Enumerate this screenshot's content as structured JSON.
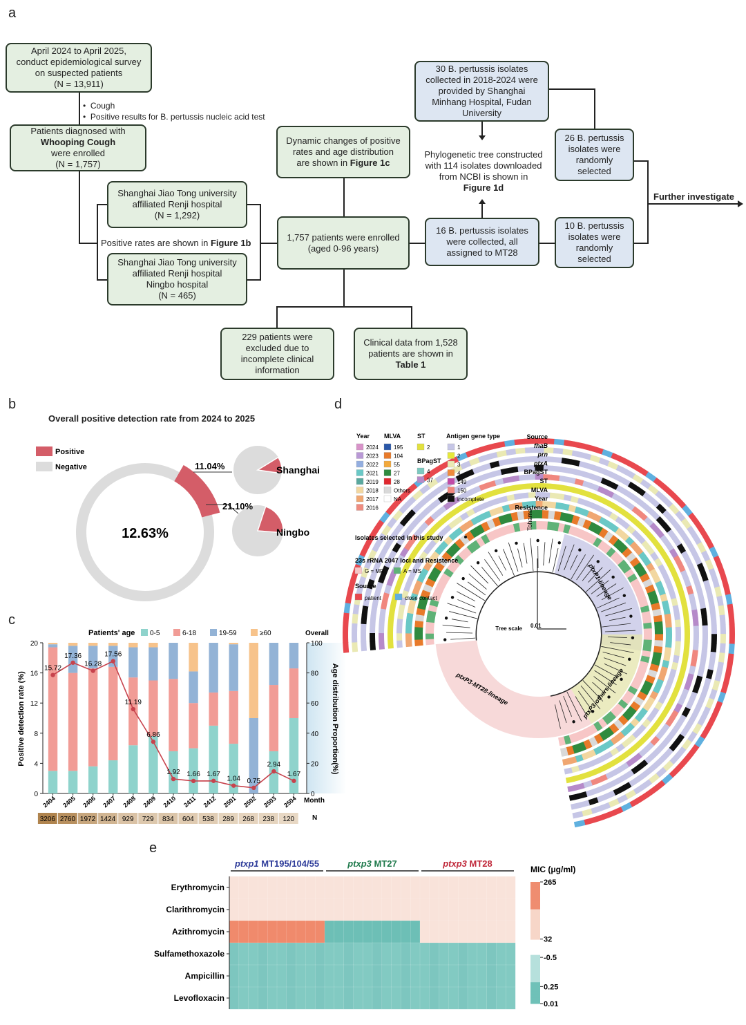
{
  "panels": {
    "a": "a",
    "b": "b",
    "c": "c",
    "d": "d",
    "e": "e"
  },
  "flow": {
    "survey": [
      "April 2024 to April 2025,",
      "conduct epidemiological survey",
      "on suspected patients",
      "(N = 13,911)"
    ],
    "criteria": [
      "Cough",
      "Positive results for B. pertussis nucleic acid test"
    ],
    "diagnosed": [
      "Patients diagnosed with",
      "Whooping Cough",
      "were enrolled",
      "(N = 1,757)"
    ],
    "renji": [
      "Shanghai Jiao Tong university",
      "affiliated Renji hospital",
      "(N = 1,292)"
    ],
    "ningbo": [
      "Shanghai Jiao Tong university",
      "affiliated Renji hospital",
      "Ningbo hospital",
      "(N = 465)"
    ],
    "positive_rates_text": "Positive rates are shown in",
    "positive_rates_fig": "Figure 1b",
    "dynamic": [
      "Dynamic changes of positive",
      "rates and age distribution",
      "are shown in"
    ],
    "dynamic_fig": "Figure 1c",
    "enrolled": [
      "1,757 patients were enrolled",
      "(aged 0-96 years)"
    ],
    "excluded": [
      "229 patients were",
      "excluded due to",
      "incomplete clinical",
      "information"
    ],
    "clinical": [
      "Clinical data from 1,528",
      "patients are shown in"
    ],
    "clinical_fig": "Table 1",
    "minhang": [
      "30 B. pertussis isolates",
      "collected in 2018-2024 were",
      "provided by Shanghai",
      "Minhang Hospital, Fudan",
      "University"
    ],
    "phylo": [
      "Phylogenetic tree constructed",
      "with 114 isolates downloaded",
      "from NCBI is shown in"
    ],
    "phylo_fig": "Figure 1d",
    "sixteen": [
      "16 B. pertussis isolates",
      "were collected, all",
      "assigned to MT28"
    ],
    "twentysix": [
      "26 B. pertussis",
      "isolates were",
      "randomly",
      "selected"
    ],
    "ten": [
      "10 B. pertussis",
      "isolates were",
      "randomly",
      "selected"
    ],
    "further": "Further investigate"
  },
  "panel_b": {
    "title": "Overall positive detection rate from 2024 to 2025",
    "legend": [
      "Positive",
      "Negative"
    ],
    "overall": "12.63%",
    "shanghai_pct": "11.04%",
    "shanghai": "Shanghai",
    "ningbo_pct": "21.10%",
    "ningbo": "Ningbo",
    "colors": {
      "positive": "#d45d68",
      "negative": "#dcdcdc"
    }
  },
  "chart_data": [
    {
      "type": "bar",
      "legend_title": "Patients' age",
      "xlabel": "Month",
      "ylabel": "Positive detection rate (%)",
      "ylabel2": "Age distribution Proportion(%)",
      "overall_label": "Overall",
      "categories": [
        "2404",
        "2405",
        "2406",
        "2407",
        "2408",
        "2409",
        "2410",
        "2411",
        "2412",
        "2501",
        "2502",
        "2503",
        "2504"
      ],
      "n_label": "N",
      "n": [
        3206,
        2760,
        1972,
        1424,
        929,
        729,
        834,
        604,
        538,
        289,
        268,
        238,
        120
      ],
      "ylim": [
        0,
        20
      ],
      "ylim2": [
        0,
        100
      ],
      "series": [
        {
          "name": "0-5",
          "color": "#8fd3cc",
          "values": [
            15,
            15,
            18,
            22,
            32,
            38,
            28,
            30,
            45,
            33,
            0,
            28,
            50
          ]
        },
        {
          "name": "6-18",
          "color": "#f19c96",
          "values": [
            82,
            65,
            65,
            62,
            45,
            37,
            48,
            30,
            22,
            35,
            0,
            44,
            33
          ]
        },
        {
          "name": "19-59",
          "color": "#93b3d6",
          "values": [
            2,
            18,
            15,
            14,
            20,
            22,
            24,
            21,
            33,
            31,
            50,
            28,
            17
          ]
        },
        {
          "name": "≥60",
          "color": "#f7c38b",
          "values": [
            1,
            2,
            2,
            2,
            3,
            3,
            0,
            19,
            0,
            1,
            50,
            0,
            0
          ]
        }
      ],
      "rate": [
        15.72,
        17.36,
        16.28,
        17.56,
        11.19,
        6.86,
        1.92,
        1.66,
        1.67,
        1.04,
        0.75,
        2.94,
        1.67
      ],
      "rate_labels": [
        "15.72",
        "17.36",
        "16.28",
        "17.56",
        "11.19",
        "6.86",
        "1.92",
        "1.66",
        "1.67",
        "1.04",
        "0.75",
        "2.94",
        "1.67"
      ]
    },
    {
      "type": "heatmap",
      "groups": [
        {
          "italic": "ptxp1",
          "rest": " MT195/104/55",
          "color": "#2e3c9a"
        },
        {
          "italic": "ptxp3",
          "rest": " MT27",
          "color": "#1f7a4c"
        },
        {
          "italic": "ptxp3",
          "rest": " MT28",
          "color": "#c0283a"
        }
      ],
      "rows": [
        "Erythromycin",
        "Clarithromycin",
        "Azithromycin",
        "Sulfamethoxazole",
        "Ampicillin",
        "Levofloxacin"
      ],
      "cols_per_group": 10,
      "cell_values": [
        [
          ">256",
          ">256",
          ">256"
        ],
        [
          ">256",
          ">256",
          ">256"
        ],
        [
          "~128",
          "low",
          ">256"
        ],
        [
          "low",
          "low",
          "low"
        ],
        [
          "low",
          "low",
          "low"
        ],
        [
          "low",
          "low",
          "low"
        ]
      ],
      "colorbar_title": "MIC (μg/ml)",
      "colorbar_ticks": [
        "265",
        "32",
        "0.5",
        "0.25",
        "0.01"
      ]
    }
  ],
  "panel_d": {
    "legend_titles": {
      "year": "Year",
      "mlva": "MLVA",
      "st": "ST",
      "bpagst": "BPagST",
      "antigen": "Antigen gene type"
    },
    "year_items": [
      [
        "2024",
        "#d893c9"
      ],
      [
        "2023",
        "#b999d6"
      ],
      [
        "2022",
        "#93aee0"
      ],
      [
        "2021",
        "#6ac8c6"
      ],
      [
        "2019",
        "#5aa89e"
      ],
      [
        "2018",
        "#f2d7a0"
      ],
      [
        "2017",
        "#f0a772"
      ],
      [
        "2016",
        "#ef8c80"
      ]
    ],
    "mlva_items": [
      [
        "195",
        "#2a57a8"
      ],
      [
        "104",
        "#e87a2a"
      ],
      [
        "55",
        "#f2a93c"
      ],
      [
        "27",
        "#2f8a3f"
      ],
      [
        "28",
        "#e0282e"
      ],
      [
        "Others",
        "#d9d9d9"
      ],
      [
        "NA",
        "#ffffff"
      ]
    ],
    "st_items": [
      [
        "2",
        "#e2e13e"
      ]
    ],
    "bpagst_items": [
      [
        "4",
        "#7cc9c0"
      ],
      [
        "37",
        "#b68ac9"
      ]
    ],
    "antigen_items": [
      [
        "1",
        "#c6c6e6"
      ],
      [
        "2",
        "#e6e83a"
      ],
      [
        "3",
        "#eae9b4"
      ],
      [
        "4",
        "#ef8a3b"
      ],
      [
        "149",
        "#c24aa8"
      ],
      [
        "150",
        "#f0877e"
      ],
      [
        "incomplete",
        "#111111"
      ]
    ],
    "ring_labels": [
      "Source",
      "fhaB",
      "prn",
      "ptxA",
      "BPagST",
      "ST",
      "MLVA",
      "Year",
      "Resistence"
    ],
    "isolates_label": "Isolates selected in this study",
    "rrna_title": "23s rRNA 2047 loci and Resistence",
    "rrna_items": [
      [
        "G = MR",
        "#f7c6c6"
      ],
      [
        "A = MS",
        "#5fb277"
      ]
    ],
    "source_title": "Source",
    "source_items": [
      [
        "patient",
        "#e8484e"
      ],
      [
        "close contact",
        "#5fb0df"
      ]
    ],
    "tree_scale": "Tree scale",
    "tree_scale_value": "0.01",
    "lineages": [
      "ptxP1-lineage",
      "ptxP3-others-lineage",
      "ptxP3-MT28-lineage"
    ],
    "tohama": "Tohama"
  }
}
